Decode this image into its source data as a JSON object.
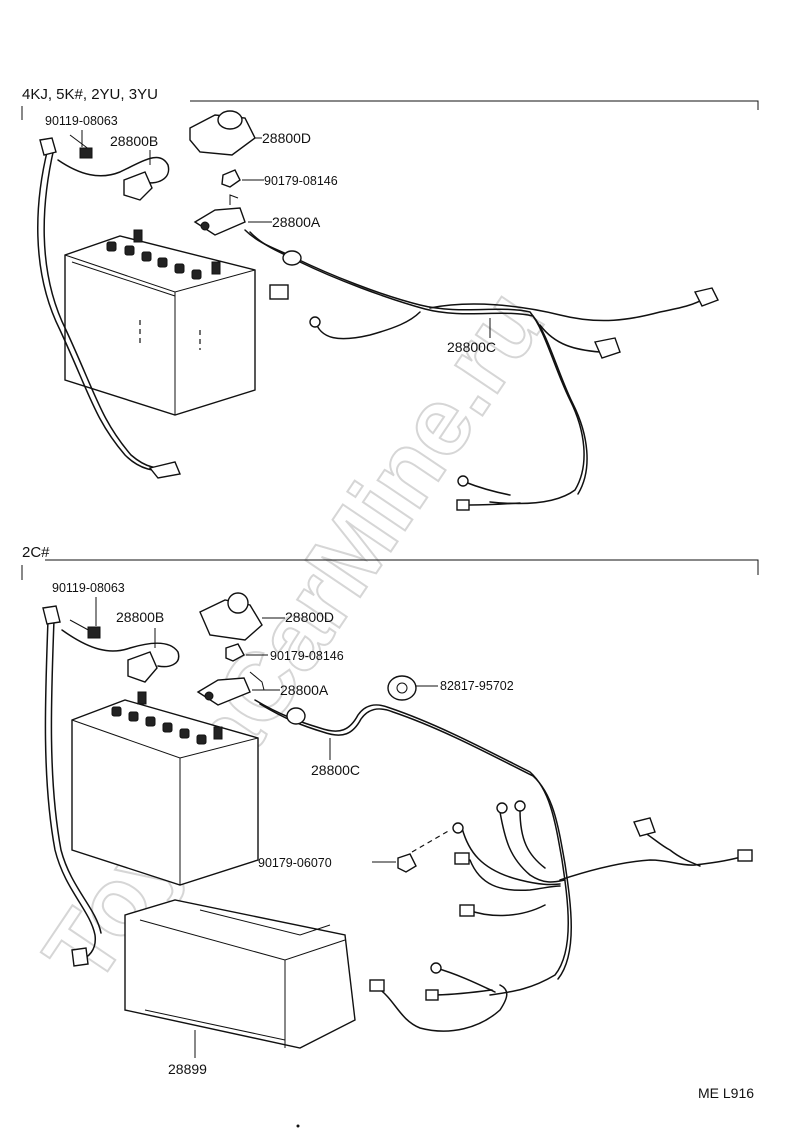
{
  "watermark": "ToyotaCarMine.ru",
  "footer_code": "ME  L916",
  "section1": {
    "heading": "4KJ, 5K#, 2YU, 3YU",
    "labels": {
      "p90119": "90119-08063",
      "p28800B": "28800B",
      "p28800D": "28800D",
      "p90179": "90179-08146",
      "p28800A": "28800A",
      "p28800C": "28800C"
    }
  },
  "section2": {
    "heading": "2C#",
    "labels": {
      "p90119": "90119-08063",
      "p28800B": "28800B",
      "p28800D": "28800D",
      "p90179": "90179-08146",
      "p28800A": "28800A",
      "p82817": "82817-95702",
      "p28800C": "28800C",
      "p90179b": "90179-06070",
      "p28899": "28899"
    }
  }
}
